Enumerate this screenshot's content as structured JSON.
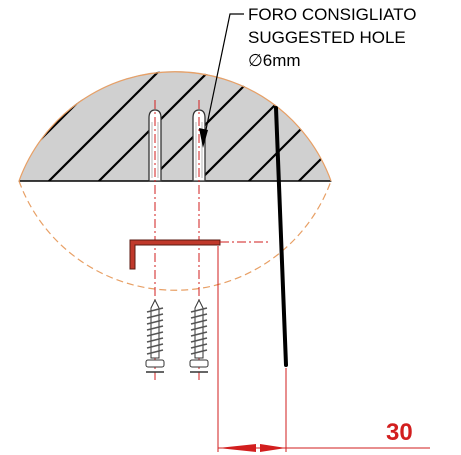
{
  "callout": {
    "line1": "FORO CONSIGLIATO",
    "line2": "SUGGESTED HOLE",
    "line3": "∅6mm"
  },
  "dimension": {
    "value": "30"
  },
  "colors": {
    "detail_circle": "#e8a066",
    "wall_fill": "#d0d0d0",
    "wall_hatch": "#000000",
    "center_line": "#d21e1e",
    "dimension": "#d21e1e",
    "hex_key": "#c0392b",
    "bracket": "#000000",
    "anchor_outline": "#333333",
    "screw_thread": "#555555"
  }
}
